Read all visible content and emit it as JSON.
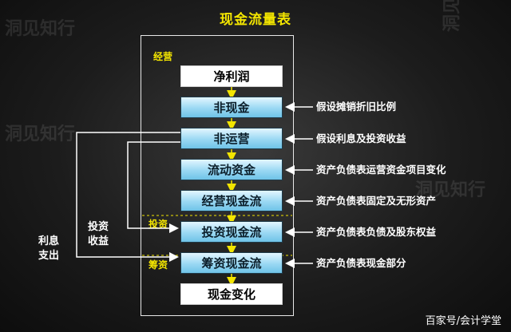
{
  "title": "现金流量表",
  "sections": {
    "operating": "经营",
    "investing": "投资",
    "financing": "筹资"
  },
  "boxes": [
    "净利润",
    "非现金",
    "非运营",
    "流动资金",
    "经营现金流",
    "投资现金流",
    "筹资现金流",
    "现金变化"
  ],
  "notes": [
    "假设摊销折旧比例",
    "假设利息及投资收益",
    "资产负债表运营资金项目变化",
    "资产负债表固定及无形资产",
    "资产负债表负债及股东权益",
    "资产负债表现金部分"
  ],
  "side_labels": {
    "interest_expense": "利息\n支出",
    "investment_income": "投资\n收益"
  },
  "watermarks": {
    "logo_text": "洞见知行",
    "footer": "百家号/会计学堂"
  },
  "colors": {
    "accent_yellow": "#f3e500",
    "box_blue": "#8fd3f1",
    "arrow_yellow": "#f3e500"
  }
}
